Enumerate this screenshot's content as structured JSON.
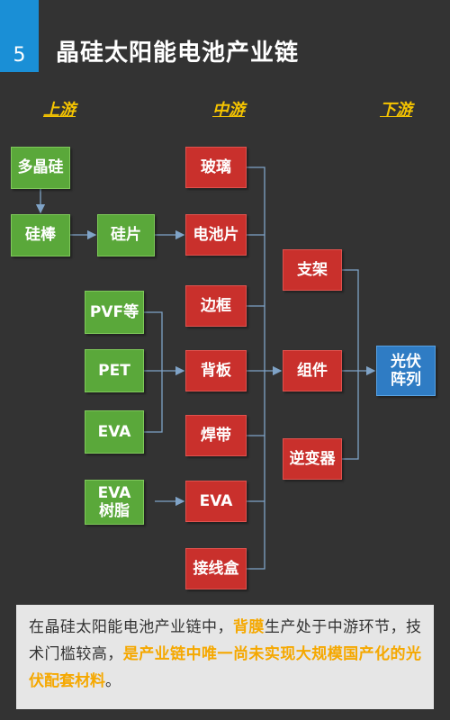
{
  "header": {
    "number": "5",
    "title": "晶硅太阳能电池产业链"
  },
  "stages": {
    "upstream": "上游",
    "midstream": "中游",
    "downstream": "下游"
  },
  "nodes": {
    "polysilicon": "多晶硅",
    "silicon_rod": "硅棒",
    "wafer": "硅片",
    "pvf": "PVF等",
    "pet": "PET",
    "eva_green": "EVA",
    "eva_resin_line1": "EVA",
    "eva_resin_line2": "树脂",
    "glass": "玻璃",
    "cell": "电池片",
    "frame": "边框",
    "backsheet": "背板",
    "ribbon": "焊带",
    "eva_red": "EVA",
    "junction_box": "接线盒",
    "bracket": "支架",
    "module": "组件",
    "inverter": "逆变器",
    "pv_array_line1": "光伏",
    "pv_array_line2": "阵列"
  },
  "note": {
    "part1": "在晶硅太阳能电池产业链中，",
    "highlight1": "背膜",
    "part2": "生产处于中游环节，技术门槛较高，",
    "highlight2": "是产业链中唯一尚未实现大规模国产化的光伏配套材料",
    "part3": "。"
  },
  "colors": {
    "upstream_box": "#5aa83a",
    "midstream_box": "#c9302c",
    "downstream_box": "#2f7cc4",
    "stage_label": "#f5c400",
    "highlight": "#f5a800",
    "badge": "#1a8fd6"
  }
}
